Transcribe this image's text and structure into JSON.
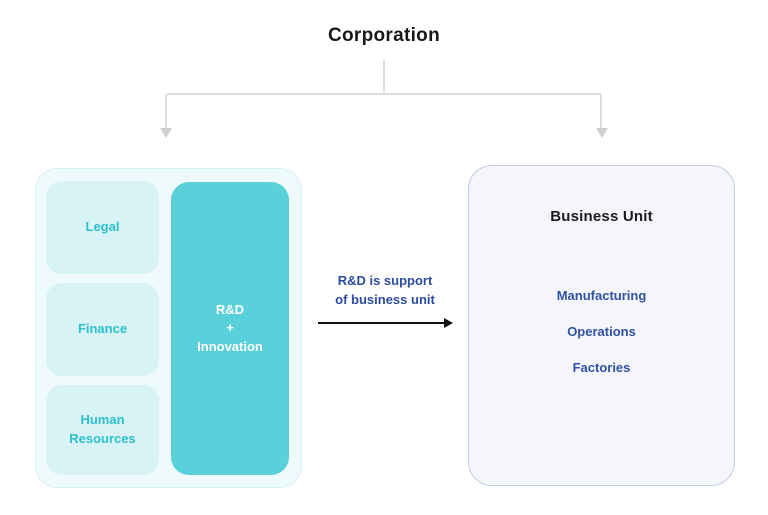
{
  "title": "Corporation",
  "left_group": {
    "departments": [
      {
        "label": "Legal"
      },
      {
        "label": "Finance"
      },
      {
        "label": "Human Resources"
      }
    ],
    "rd": {
      "line1": "R&D",
      "line2": "+",
      "line3": "Innovation"
    }
  },
  "business_unit": {
    "title": "Business Unit",
    "items": [
      {
        "label": "Manufacturing"
      },
      {
        "label": "Operations"
      },
      {
        "label": "Factories"
      }
    ]
  },
  "relation": {
    "line1": "R&D is support",
    "line2": "of business unit"
  },
  "colors": {
    "teal_text": "#2ec0cb",
    "teal_box_bg": "#d8f3f6",
    "rd_box_bg": "#59d0da",
    "rd_box_text": "#ffffff",
    "group_bg": "#eefafb",
    "group_border": "#d5f1f4",
    "business_unit_bg": "#f4f6fb",
    "business_unit_border": "#c0cbe6",
    "business_unit_item_text": "#3152a3",
    "relation_label_text": "#2e4c9e",
    "connector_gray": "#dcdcdc",
    "relation_arrow": "#111111",
    "title_text": "#17171c"
  }
}
